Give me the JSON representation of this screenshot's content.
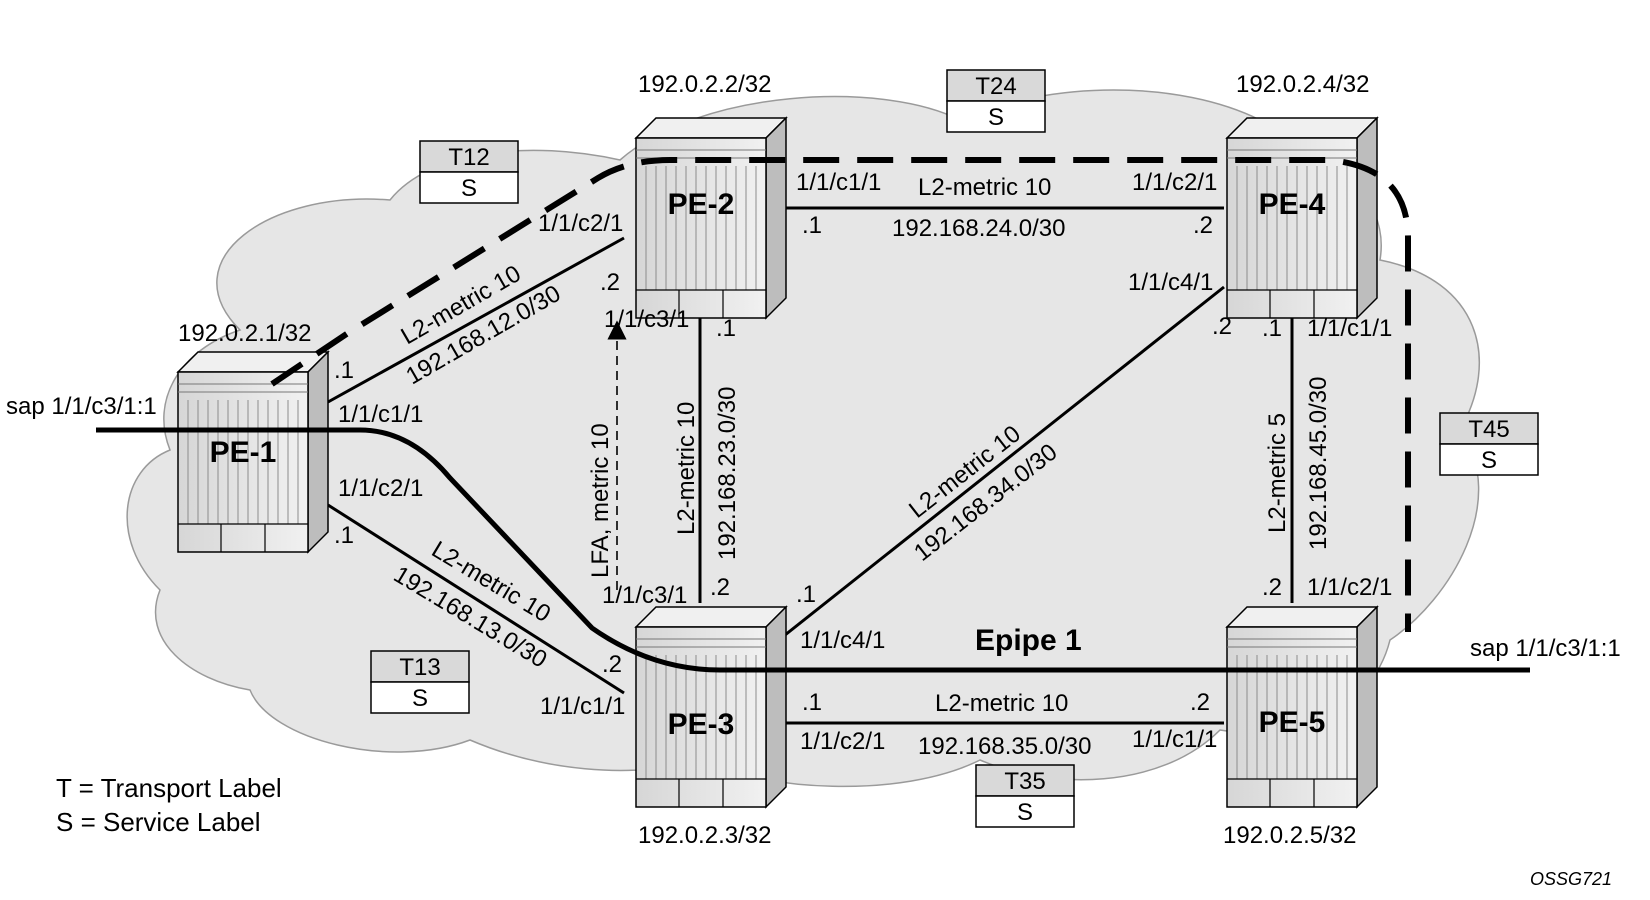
{
  "figure_id": "OSSG721",
  "service_name": "Epipe 1",
  "legend": {
    "transport": "T = Transport Label",
    "service": "S = Service Label"
  },
  "routers": {
    "pe1": {
      "name": "PE-1",
      "system_ip": "192.0.2.1/32"
    },
    "pe2": {
      "name": "PE-2",
      "system_ip": "192.0.2.2/32"
    },
    "pe3": {
      "name": "PE-3",
      "system_ip": "192.0.2.3/32"
    },
    "pe4": {
      "name": "PE-4",
      "system_ip": "192.0.2.4/32"
    },
    "pe5": {
      "name": "PE-5",
      "system_ip": "192.0.2.5/32"
    }
  },
  "saps": {
    "pe1": "sap 1/1/c3/1:1",
    "pe5": "sap 1/1/c3/1:1"
  },
  "links": {
    "l12": {
      "metric": "L2-metric 10",
      "subnet": "192.168.12.0/30",
      "port_a": "1/1/c1/1",
      "host_a": ".1",
      "port_b": "1/1/c2/1",
      "host_b": ".2"
    },
    "l13": {
      "metric": "L2-metric 10",
      "subnet": "192.168.13.0/30",
      "port_a": "1/1/c2/1",
      "host_a": ".1",
      "port_b": "1/1/c1/1",
      "host_b": ".2"
    },
    "l23": {
      "metric": "L2-metric 10",
      "subnet": "192.168.23.0/30",
      "port_a": "1/1/c3/1",
      "host_a": ".1",
      "port_b": "1/1/c3/1",
      "host_b": ".2"
    },
    "l24": {
      "metric": "L2-metric 10",
      "subnet": "192.168.24.0/30",
      "port_a": "1/1/c1/1",
      "host_a": ".1",
      "port_b": "1/1/c2/1",
      "host_b": ".2"
    },
    "l34": {
      "metric": "L2-metric 10",
      "subnet": "192.168.34.0/30",
      "port_a": "1/1/c4/1",
      "host_a": ".1",
      "port_b": "1/1/c4/1",
      "host_b": ".2"
    },
    "l35": {
      "metric": "L2-metric 10",
      "subnet": "192.168.35.0/30",
      "port_a": "1/1/c2/1",
      "host_a": ".1",
      "port_b": "1/1/c1/1",
      "host_b": ".2"
    },
    "l45": {
      "metric": "L2-metric 5",
      "subnet": "192.168.45.0/30",
      "port_a": "1/1/c1/1",
      "host_a": ".1",
      "port_b": "1/1/c2/1",
      "host_b": ".2"
    }
  },
  "lfa_label": "LFA, metric 10",
  "label_boxes": [
    {
      "transport": "T12",
      "service": "S"
    },
    {
      "transport": "T24",
      "service": "S"
    },
    {
      "transport": "T45",
      "service": "S"
    },
    {
      "transport": "T13",
      "service": "S"
    },
    {
      "transport": "T35",
      "service": "S"
    }
  ]
}
